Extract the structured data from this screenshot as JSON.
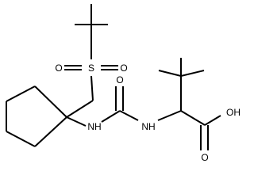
{
  "molecule": {
    "atoms": {
      "S": "S",
      "O_left": "O",
      "O_right": "O",
      "O_carbonyl": "O",
      "NH_left": "NH",
      "NH_right": "NH",
      "OH": "OH",
      "O_acid": "O"
    }
  }
}
